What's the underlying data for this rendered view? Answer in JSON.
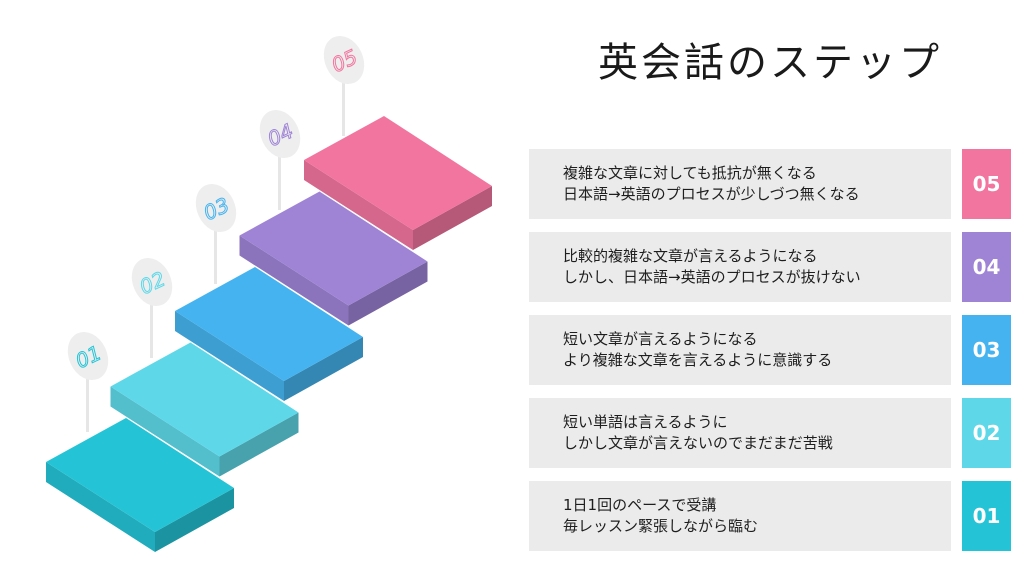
{
  "title": "英会話のステップ",
  "steps": [
    {
      "num": "01",
      "color": "#24c4d6",
      "line1": "1日1回のペースで受講",
      "line2": "毎レッスン緊張しながら臨む"
    },
    {
      "num": "02",
      "color": "#5ed8e8",
      "line1": "短い単語は言えるように",
      "line2": "しかし文章が言えないのでまだまだ苦戦"
    },
    {
      "num": "03",
      "color": "#45b3ef",
      "line1": "短い文章が言えるようになる",
      "line2": "より複雑な文章を言えるように意識する"
    },
    {
      "num": "04",
      "color": "#9f84d6",
      "line1": "比較的複雑な文章が言えるようになる",
      "line2": "しかし、日本語→英語のプロセスが抜けない"
    },
    {
      "num": "05",
      "color": "#f2759f",
      "line1": "複雑な文章に対しても抵抗が無くなる",
      "line2": "日本語→英語のプロセスが少しづつ無くなる"
    }
  ]
}
